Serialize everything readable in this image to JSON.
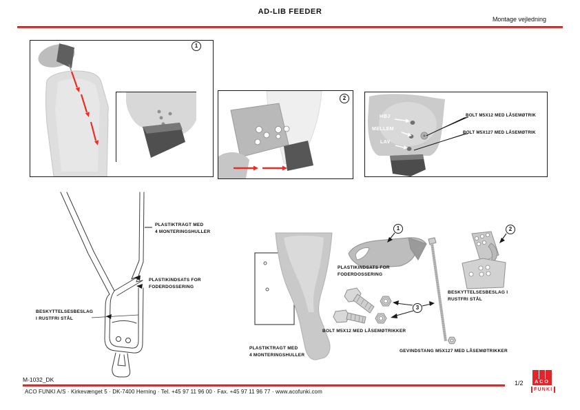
{
  "header": {
    "title": "AD-LIB FEEDER",
    "subtitle": "Montage vejledning"
  },
  "steps": [
    {
      "number": "1"
    },
    {
      "number": "2"
    }
  ],
  "adjustment": {
    "positions": [
      {
        "label": "HØJ"
      },
      {
        "label": "MELLEM"
      },
      {
        "label": "LAV"
      }
    ],
    "callouts": [
      {
        "label": "BOLT M5X12 MED LÅSEMØTRIK"
      },
      {
        "label": "BOLT M5X127 MED LÅSEMØTRIK"
      }
    ]
  },
  "side_view": {
    "funnel_label": {
      "line1": "PLASTIKTRAGT MED",
      "line2": "4 MONTERINGSHULLER"
    },
    "insert_label": {
      "line1": "PLASTIKINDSATS FOR",
      "line2": "FODERDOSSERING"
    },
    "guard_label": {
      "line1": "BESKYTTELSESBESLAG",
      "line2": "I RUSTFRI STÅL"
    }
  },
  "exploded": {
    "part_refs": [
      {
        "number": "1"
      },
      {
        "number": "2"
      },
      {
        "number": "3"
      }
    ],
    "insert_label": {
      "line1": "PLASTIKINDSATS FOR",
      "line2": "FODERDOSSERING"
    },
    "guard_label": {
      "line1": "BESKYTTELSESBESLAG I",
      "line2": "RUSTFRI STÅL"
    },
    "bolt_label": "BOLT M5X12 MED LÅSEMØTRIKKER",
    "rod_label": "GEVINDSTANG M5X127 MED LÅSEMØTRIKKER",
    "funnel_label": {
      "line1": "PLASTIKTRAGT MED",
      "line2": "4 MONTERINGSHULLER"
    }
  },
  "footer": {
    "doc_number": "M-1032_DK",
    "page_indicator": "1/2",
    "address": "ACO FUNKI A/S · Kirkevænget 5 · DK-7400 Herning · Tel. +45 97 11 96 00 · Fax. +45 97 11 96 77 · www.acofunki.com",
    "logo": {
      "top": "ACO",
      "bottom": "FUNKI"
    }
  },
  "colors": {
    "accent_red": "#e8352f",
    "logo_red": "#e0262a",
    "arrow_red": "#ed2b24"
  }
}
